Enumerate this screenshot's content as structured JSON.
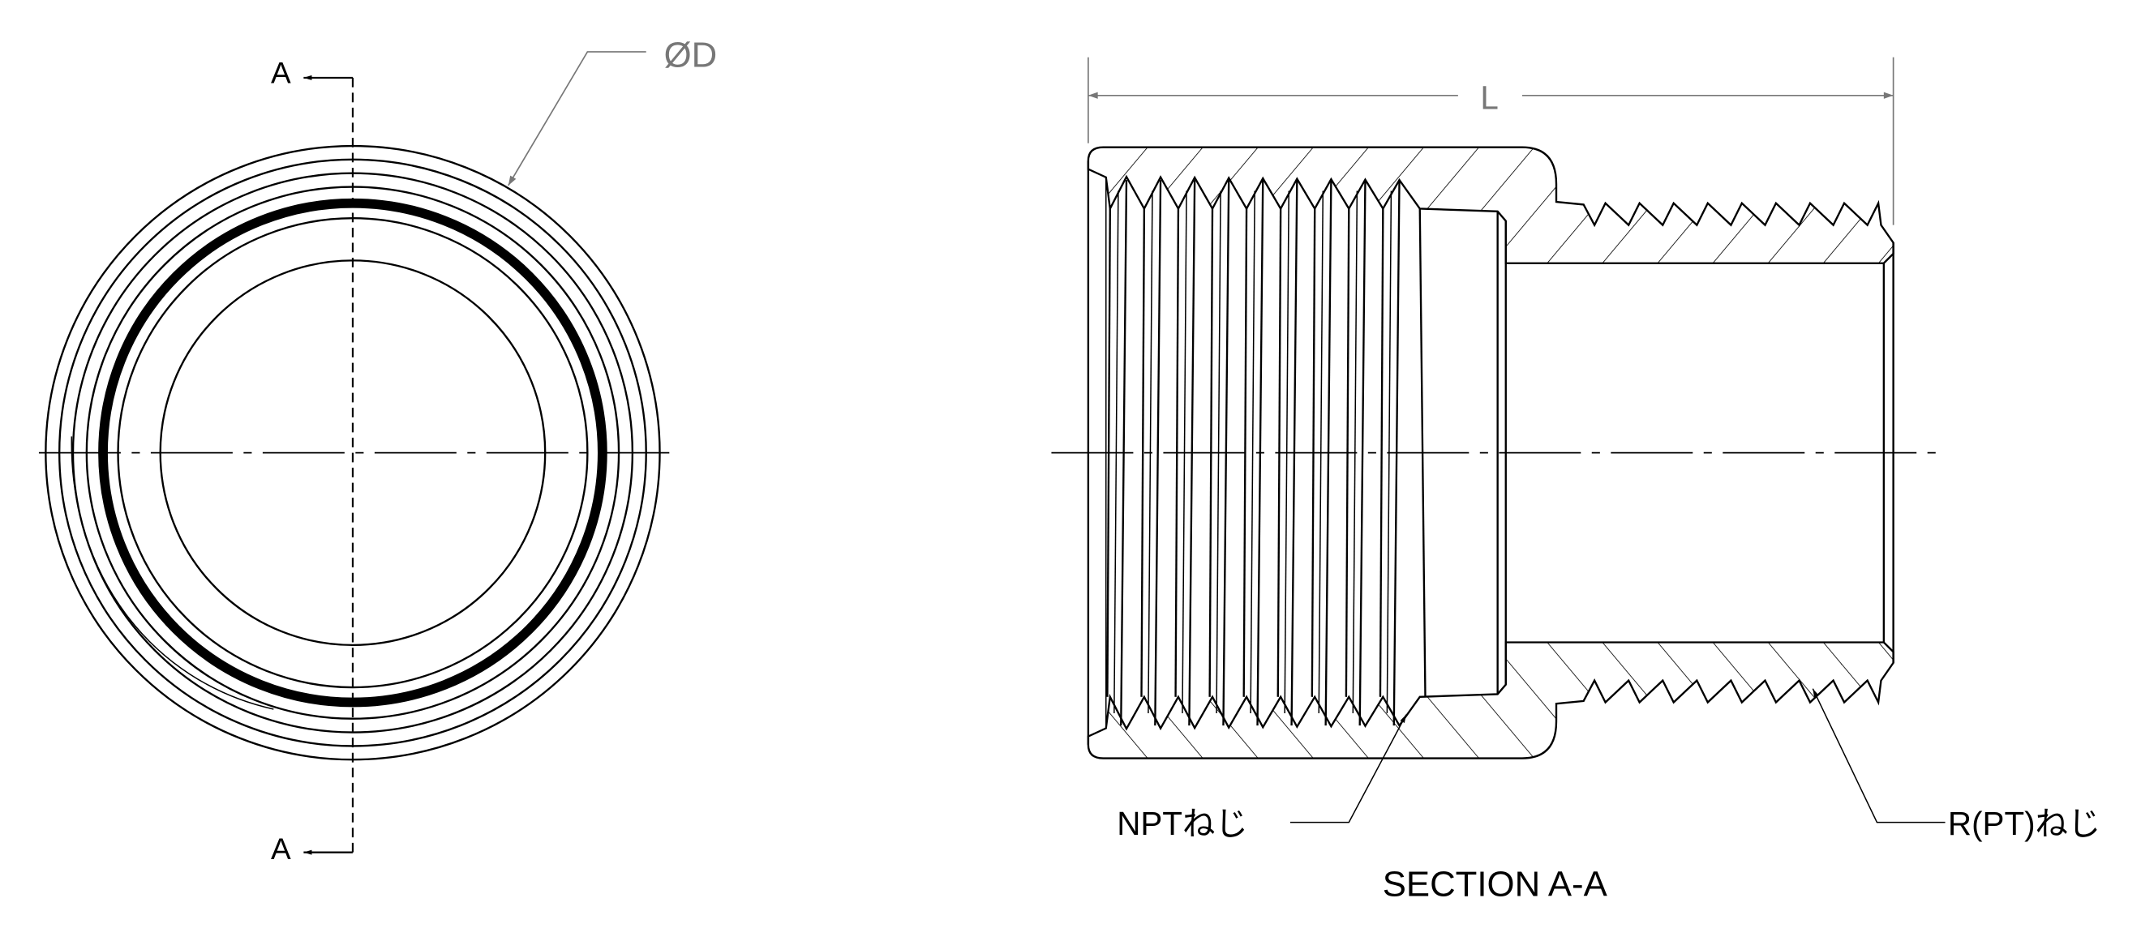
{
  "front_view": {
    "section_marker_top": "A",
    "section_marker_bottom": "A",
    "diameter_label": "ØD"
  },
  "section_view": {
    "length_label": "L",
    "npt_label": "NPTねじ",
    "rpt_label": "R(PT)ねじ",
    "title": "SECTION A-A"
  },
  "colors": {
    "line": "#000000",
    "dimension": "#777777"
  }
}
